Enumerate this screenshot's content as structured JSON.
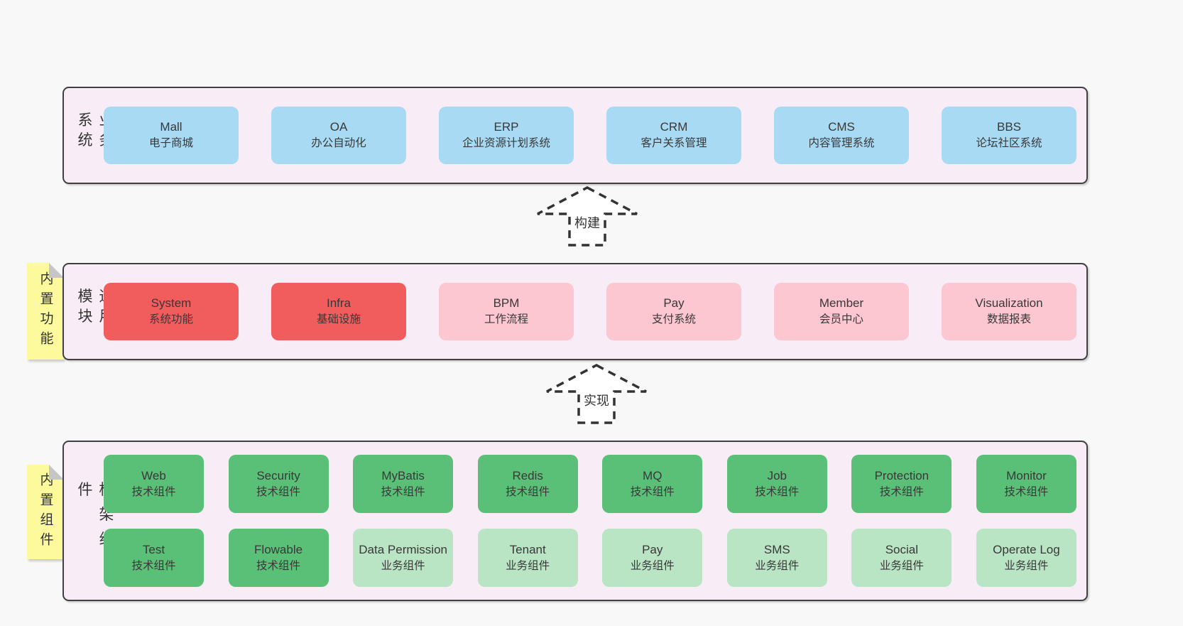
{
  "colors": {
    "page_bg": "#f8f8f8",
    "band_bg": "#f8edf6",
    "band_border": "#404040",
    "blue_box": "#a8daf3",
    "red_box": "#f15c5c",
    "pink_box": "#fcc7d0",
    "green_box": "#5bc077",
    "light_green_box": "#bae5c4",
    "sticky_note": "#fcfa9d",
    "note_fold": "#c6c6c6",
    "arrow_stroke": "#333333"
  },
  "business_band": {
    "label": "业务系统",
    "boxes": [
      {
        "name": "Mall",
        "desc": "电子商城"
      },
      {
        "name": "OA",
        "desc": "办公自动化"
      },
      {
        "name": "ERP",
        "desc": "企业资源计划系统"
      },
      {
        "name": "CRM",
        "desc": "客户关系管理"
      },
      {
        "name": "CMS",
        "desc": "内容管理系统"
      },
      {
        "name": "BBS",
        "desc": "论坛社区系统"
      }
    ]
  },
  "arrow_build": {
    "label": "构建"
  },
  "module_band": {
    "label": "通用模块",
    "note": "内置功能",
    "boxes": [
      {
        "name": "System",
        "desc": "系统功能"
      },
      {
        "name": "Infra",
        "desc": "基础设施"
      },
      {
        "name": "BPM",
        "desc": "工作流程"
      },
      {
        "name": "Pay",
        "desc": "支付系统"
      },
      {
        "name": "Member",
        "desc": "会员中心"
      },
      {
        "name": "Visualization",
        "desc": "数据报表"
      }
    ]
  },
  "arrow_implement": {
    "label": "实现"
  },
  "framework_band": {
    "label": "框架组件",
    "note": "内置组件",
    "row1": [
      {
        "name": "Web",
        "desc": "技术组件"
      },
      {
        "name": "Security",
        "desc": "技术组件"
      },
      {
        "name": "MyBatis",
        "desc": "技术组件"
      },
      {
        "name": "Redis",
        "desc": "技术组件"
      },
      {
        "name": "MQ",
        "desc": "技术组件"
      },
      {
        "name": "Job",
        "desc": "技术组件"
      },
      {
        "name": "Protection",
        "desc": "技术组件"
      },
      {
        "name": "Monitor",
        "desc": "技术组件"
      }
    ],
    "row2": [
      {
        "name": "Test",
        "desc": "技术组件"
      },
      {
        "name": "Flowable",
        "desc": "技术组件"
      },
      {
        "name": "Data Permission",
        "desc": "业务组件"
      },
      {
        "name": "Tenant",
        "desc": "业务组件"
      },
      {
        "name": "Pay",
        "desc": "业务组件"
      },
      {
        "name": "SMS",
        "desc": "业务组件"
      },
      {
        "name": "Social",
        "desc": "业务组件"
      },
      {
        "name": "Operate Log",
        "desc": "业务组件"
      }
    ]
  }
}
